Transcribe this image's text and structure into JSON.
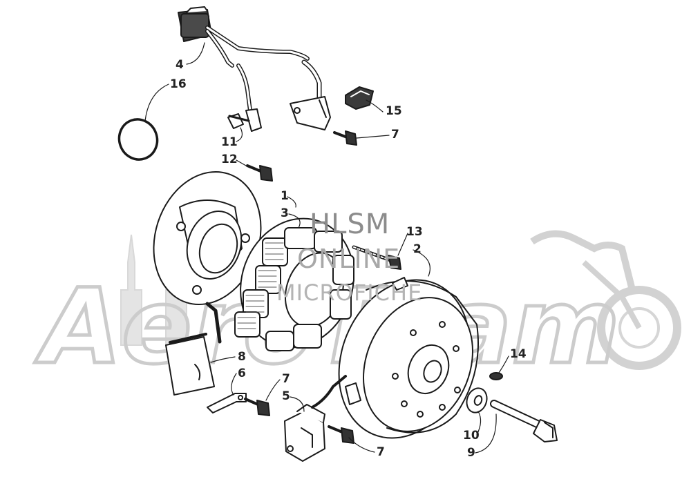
{
  "diagram": {
    "callouts": [
      {
        "id": "c4",
        "label": "4"
      },
      {
        "id": "c16",
        "label": "16"
      },
      {
        "id": "c15",
        "label": "15"
      },
      {
        "id": "c7a",
        "label": "7"
      },
      {
        "id": "c11",
        "label": "11"
      },
      {
        "id": "c12",
        "label": "12"
      },
      {
        "id": "c1",
        "label": "1"
      },
      {
        "id": "c3",
        "label": "3"
      },
      {
        "id": "c13",
        "label": "13"
      },
      {
        "id": "c2",
        "label": "2"
      },
      {
        "id": "c8",
        "label": "8"
      },
      {
        "id": "c6",
        "label": "6"
      },
      {
        "id": "c7b",
        "label": "7"
      },
      {
        "id": "c5",
        "label": "5"
      },
      {
        "id": "c7c",
        "label": "7"
      },
      {
        "id": "c14",
        "label": "14"
      },
      {
        "id": "c10",
        "label": "10"
      },
      {
        "id": "c9",
        "label": "9"
      }
    ]
  },
  "watermark": {
    "line1": "HLSM",
    "line2": "ONLINE",
    "line3": "MICROFICHE",
    "logo_text": "AeroTeam"
  },
  "colors": {
    "line_art": "#1a1a1a",
    "watermark": "#c8c8c8",
    "background": "#ffffff"
  }
}
